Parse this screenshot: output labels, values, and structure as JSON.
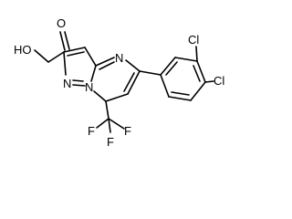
{
  "molecule": {
    "labels": {
      "carboxyl_oh": "HO",
      "carbonyl_o": "O",
      "n_top": "N",
      "n_bridge": "N",
      "n_pyrazole": "N",
      "cl_top": "Cl",
      "cl_right": "Cl",
      "f_left": "F",
      "f_mid": "F",
      "f_right": "F"
    }
  }
}
